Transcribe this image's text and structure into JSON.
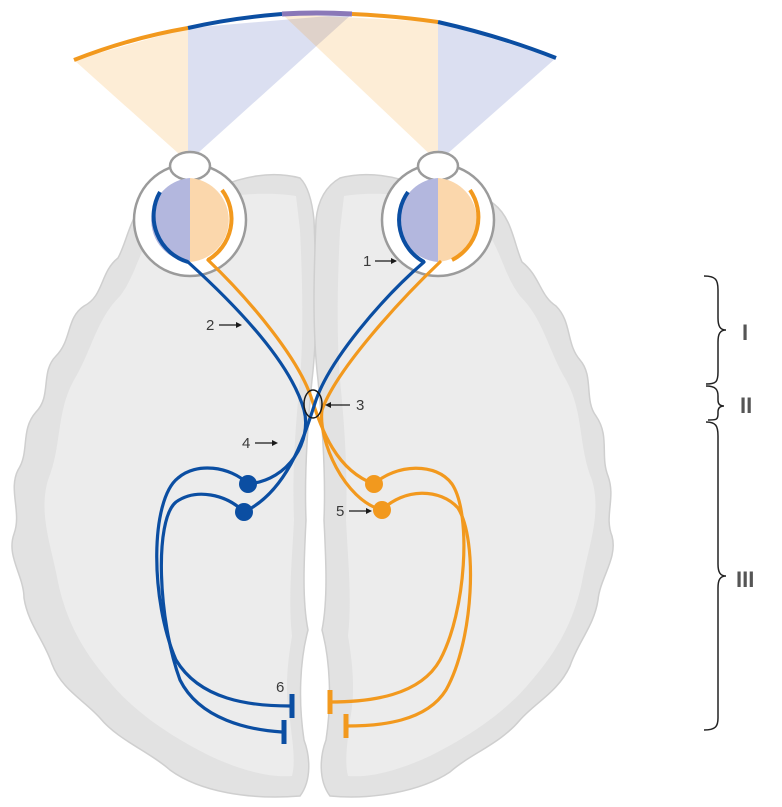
{
  "colors": {
    "left_field": "#F2991E",
    "right_field": "#0B4EA2",
    "overlap": "#8A78B8",
    "brain_fill": "#E2E2E2",
    "brain_inner": "#ECECEC",
    "brain_edge": "#C9C9C9",
    "text": "#3A3A3A"
  },
  "labels": {
    "n1": "1",
    "n2": "2",
    "n3": "3",
    "n4": "4",
    "n5": "5",
    "n6": "6"
  },
  "sections": {
    "s1": "I",
    "s2": "II",
    "s3": "III"
  }
}
